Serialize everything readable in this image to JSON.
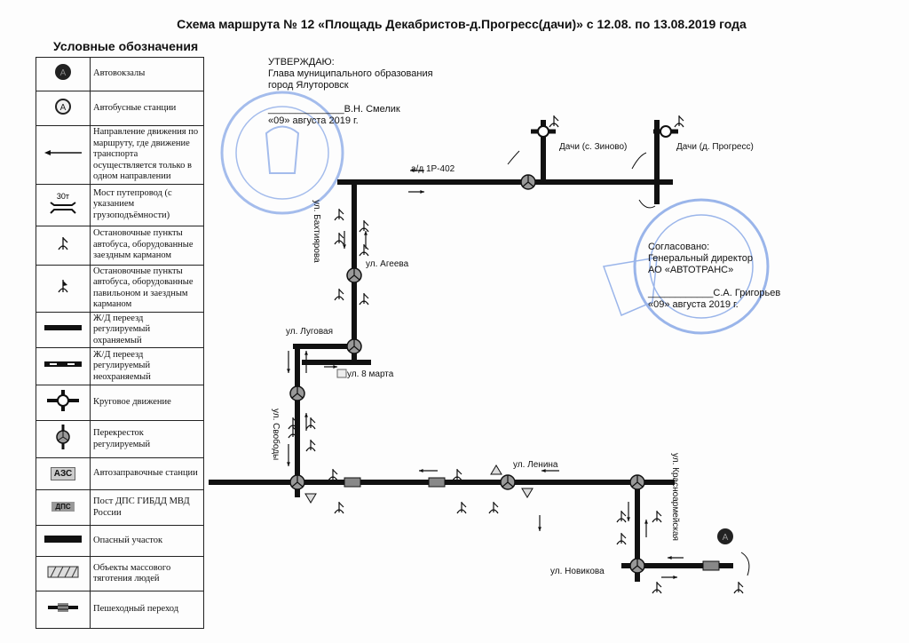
{
  "title": "Схема маршрута № 12 «Площадь Декабристов-д.Прогресс(дачи)» с 12.08. по 13.08.2019 года",
  "legend": {
    "heading": "Условные обозначения",
    "items": [
      {
        "icon": "bus-terminal-icon",
        "label": "Автовокзалы"
      },
      {
        "icon": "bus-station-icon",
        "label": "Автобусные станции"
      },
      {
        "icon": "one-way-arrow-icon",
        "label": "Направление движения по маршруту, где движение транспорта осуществляется только в одном направлении"
      },
      {
        "icon": "bridge-icon",
        "label": "Мост путепровод (с указанием грузоподъёмности)",
        "symbol_text": "30т"
      },
      {
        "icon": "bus-stop-pocket-icon",
        "label": "Остановочные пункты автобуса, оборудованные заездным карманом"
      },
      {
        "icon": "bus-stop-pavilion-icon",
        "label": "Остановочные пункты автобуса, оборудованные павильоном и заездным карманом"
      },
      {
        "icon": "guarded-rail-crossing-icon",
        "label": "Ж/Д переезд регулируемый охраняемый"
      },
      {
        "icon": "unguarded-rail-crossing-icon",
        "label": "Ж/Д переезд регулируемый неохраняемый"
      },
      {
        "icon": "roundabout-icon",
        "label": "Круговое движение"
      },
      {
        "icon": "regulated-intersection-icon",
        "label": "Перекресток регулируемый"
      },
      {
        "icon": "gas-station-icon",
        "label": "Автозаправочные станции",
        "symbol_text": "АЗС"
      },
      {
        "icon": "police-post-icon",
        "label": "Пост ДПС ГИБДД МВД России",
        "symbol_text": "ДПС"
      },
      {
        "icon": "dangerous-section-icon",
        "label": "Опасный участок"
      },
      {
        "icon": "crowd-objects-icon",
        "label": "Объекты массового тяготения людей"
      },
      {
        "icon": "pedestrian-crossing-icon",
        "label": "Пешеходный переход"
      }
    ]
  },
  "approval": {
    "line1": "УТВЕРЖДАЮ:",
    "line2": "Глава муниципального образования",
    "line3": "город Ялуторовск",
    "signer": "______________В.Н. Смелик",
    "date": "«09» августа 2019 г."
  },
  "agreement": {
    "line1": "Согласовано:",
    "line2": "Генеральный директор",
    "line3": "АО «АВТОТРАНС»",
    "signer": "____________С.А. Григорьев",
    "date": "«09» августа 2019 г."
  },
  "map": {
    "streets": {
      "highway": "а/д 1Р-402",
      "dachi_zinovo": "Дачи (с. Зиново)",
      "dachi_progress": "Дачи (д. Прогресс)",
      "bakhtiyarova": "ул. Бахтиярова",
      "ageeva": "ул. Агеева",
      "lugovaya": "ул. Луговая",
      "march8": "ул. 8 марта",
      "svobody": "ул. Свободы",
      "lenina": "ул. Ленина",
      "krasnoarmeyskaya": "ул. Красноармейская",
      "novikova": "ул. Новикова"
    },
    "colors": {
      "road": "#111111",
      "stamp": "#3a6fd8"
    }
  }
}
